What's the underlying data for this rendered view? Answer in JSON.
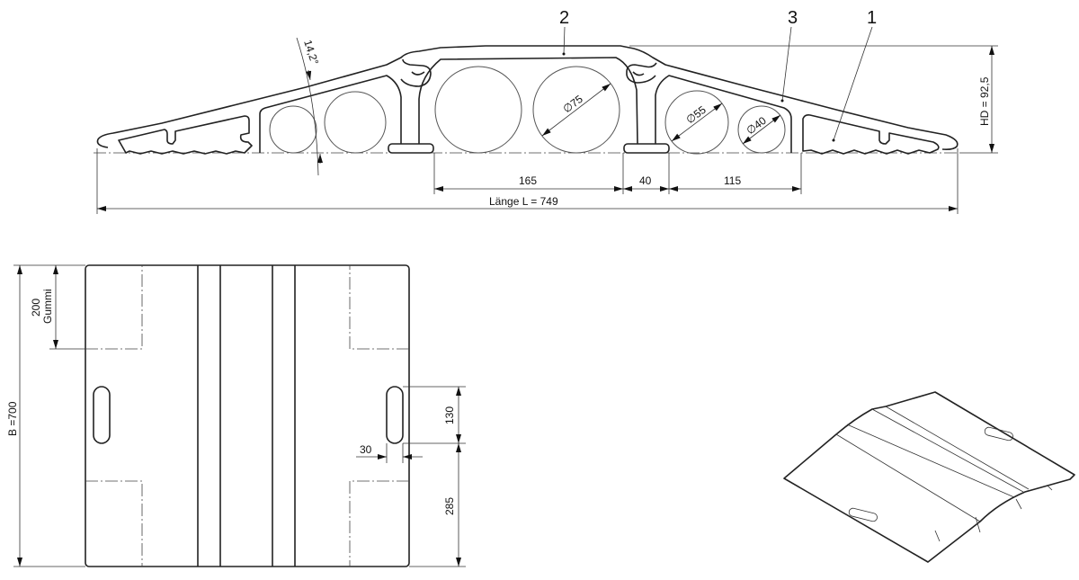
{
  "cross_section": {
    "labels": {
      "part_1": "1",
      "part_2": "2",
      "part_3": "3"
    },
    "angle": "14,2°",
    "diameters": {
      "large": "∅75",
      "medium": "∅55",
      "small": "∅40"
    },
    "dims": {
      "d165": "165",
      "d40": "40",
      "d115": "115",
      "length": "Länge L = 749",
      "height": "HD = 92,5"
    }
  },
  "plan_view": {
    "width": "B =700",
    "rubber_value": "200",
    "rubber_label": "Gummi",
    "slot_length": "130",
    "slot_width": "30",
    "slot_offset": "285"
  }
}
